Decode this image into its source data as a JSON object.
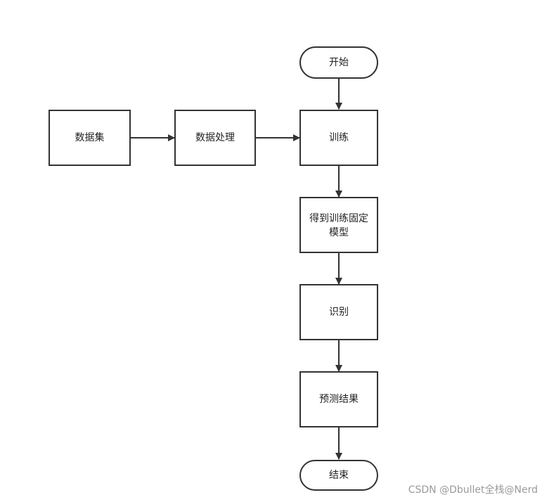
{
  "nodes": {
    "start": {
      "label": "开始",
      "shape": "terminal"
    },
    "dataset": {
      "label": "数据集",
      "shape": "process"
    },
    "preprocess": {
      "label": "数据处理",
      "shape": "process"
    },
    "train": {
      "label": "训练",
      "shape": "process"
    },
    "model": {
      "label_line1": "得到训练固定",
      "label_line2": "模型",
      "shape": "process"
    },
    "recognize": {
      "label": "识别",
      "shape": "process"
    },
    "predict": {
      "label": "预测结果",
      "shape": "process"
    },
    "end": {
      "label": "结束",
      "shape": "terminal"
    }
  },
  "edges": [
    {
      "from": "start",
      "to": "train"
    },
    {
      "from": "dataset",
      "to": "preprocess"
    },
    {
      "from": "preprocess",
      "to": "train"
    },
    {
      "from": "train",
      "to": "model"
    },
    {
      "from": "model",
      "to": "recognize"
    },
    {
      "from": "recognize",
      "to": "predict"
    },
    {
      "from": "predict",
      "to": "end"
    }
  ],
  "colors": {
    "stroke": "#333333",
    "fill": "#ffffff",
    "text": "#222222",
    "watermark": "#9a9a9a"
  },
  "watermark": "CSDN @Dbullet全栈@Nerd"
}
